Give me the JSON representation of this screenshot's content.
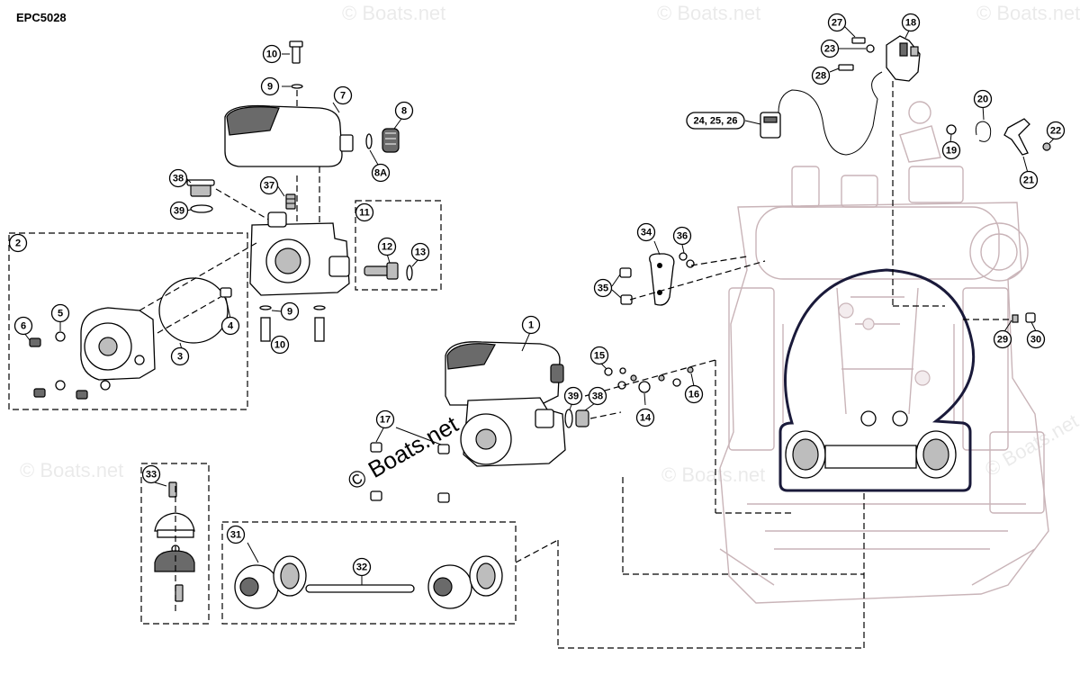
{
  "diagram": {
    "code": "EPC5028",
    "watermark": "© Boats.net",
    "callouts": [
      "1",
      "2",
      "3",
      "4",
      "5",
      "6",
      "7",
      "8",
      "8A",
      "9",
      "9",
      "10",
      "10",
      "11",
      "12",
      "13",
      "14",
      "15",
      "16",
      "17",
      "18",
      "19",
      "20",
      "21",
      "22",
      "23",
      "24, 25, 26",
      "27",
      "28",
      "29",
      "30",
      "31",
      "32",
      "33",
      "34",
      "35",
      "36",
      "37",
      "38",
      "38",
      "39",
      "39"
    ]
  }
}
